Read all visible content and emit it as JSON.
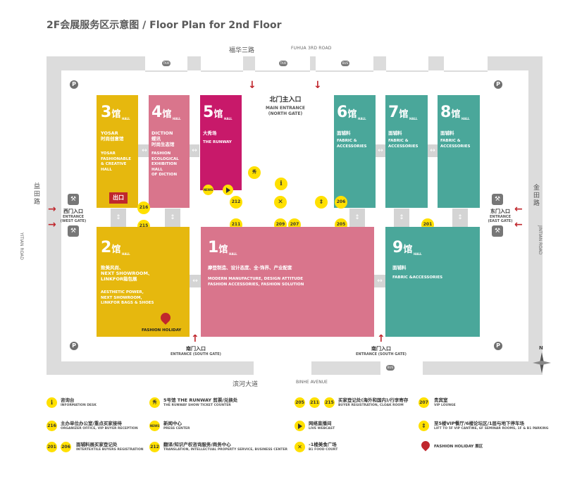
{
  "title": "2F会展服务区示意图 / Floor Plan for 2nd Floor",
  "colors": {
    "hall_yellow": "#e6b80e",
    "hall_pink": "#d9758c",
    "hall_magenta": "#c8196a",
    "hall_teal": "#4aa79a",
    "badge_yellow": "#ffe000",
    "gate_red": "#c0272d",
    "road_gray": "#dcdcdc"
  },
  "roads": {
    "top_cn": "福华三路",
    "top_en": "FUHUA 3RD ROAD",
    "bottom_cn": "滨河大道",
    "bottom_en": "BINHE AVENUE",
    "left_cn": "益田路",
    "left_en": "YITIAN ROAD",
    "right_cn": "金田路",
    "right_en": "JINTIAN ROAD"
  },
  "top_stops": [
    {
      "icon": "taxi-icon",
      "label": "TAXI"
    },
    {
      "icon": "taxi-icon",
      "label": "TAXI"
    },
    {
      "icon": "bus-icon",
      "label": "BUS"
    }
  ],
  "parking_label": "P",
  "halls": {
    "h3": {
      "num": "3",
      "cn": "馆",
      "hall": "HALL",
      "cn_text": "YOSAR\n时尚创意馆",
      "en_text": "YOSAR\nFASHIONABLE\n& CREATIVE\nHALL",
      "exit_label": "出口"
    },
    "h4": {
      "num": "4",
      "cn": "馆",
      "hall": "HALL",
      "cn_text": "DICTION\n蝶讯\n时尚生态馆",
      "en_text": "FASHION\nECOLOGICAL\nEXHIBITION\nHALL\nOF DICTION"
    },
    "h5": {
      "num": "5",
      "cn": "馆",
      "hall": "HALL",
      "cn_text": "大秀场",
      "en_text": "THE RUNWAY",
      "news_label": "NEWS"
    },
    "h6": {
      "num": "6",
      "cn": "馆",
      "hall": "HALL",
      "cn_text": "面辅料",
      "en_text": "FABRIC &\nACCESSORIES"
    },
    "h7": {
      "num": "7",
      "cn": "馆",
      "hall": "HALL",
      "cn_text": "面辅料",
      "en_text": "FABRIC &\nACCESSORIES"
    },
    "h8": {
      "num": "8",
      "cn": "馆",
      "hall": "HALL",
      "cn_text": "面辅料",
      "en_text": "FABRIC &\nACCESSORIES"
    },
    "h2": {
      "num": "2",
      "cn": "馆",
      "hall": "HALL",
      "cn_text": "致美风尚、\nNEXT SHOWROOM、\nLINKFOR箱包展",
      "en_text": "AESTHETIC POWER,\nNEXT SHOWROOM,\nLINKFOR BAGS & SHOES",
      "pin_label": "FASHION HOLIDAY"
    },
    "h1": {
      "num": "1",
      "cn": "馆",
      "hall": "HALL",
      "cn_text": "摩登制造、设计态度、全·饰界、产业配套",
      "en_text": "MODERN MANUFACTURE, DESIGN ATTITUDE\nFASHION ACCESSORIES, FASHION SOLUTION"
    },
    "h9": {
      "num": "9",
      "cn": "馆",
      "hall": "HALL",
      "cn_text": "面辅料",
      "en_text": "FABRIC &ACCESSORIES"
    }
  },
  "gates": {
    "north_cn": "北门主入口",
    "north_en": "MAIN ENTRANCE\n(NORTH GATE)",
    "west_cn": "西门入口",
    "west_en": "ENTRANCE\n(WEST GATE)",
    "east_cn": "东门入口",
    "east_en": "ENTRANCE\n(EAST GATE)",
    "south_cn": "南门入口",
    "south_en": "ENTRANCE (SOUTH GATE)"
  },
  "map_badges": {
    "b216": "216",
    "b215": "215",
    "b212": "212",
    "b211": "211",
    "b209": "209",
    "b207": "207",
    "b205": "205",
    "b206": "206",
    "b201": "201",
    "show_glyph": "秀",
    "info_glyph": "i"
  },
  "legend": [
    {
      "badges": [
        "i"
      ],
      "cn": "咨询台",
      "en": "INFORMATION DESK"
    },
    {
      "badges": [
        "秀"
      ],
      "cn": "5号馆 THE RUNWAY 剪票/兑换处",
      "en": "THE RUNWAY SHOW TICKET COUNTER"
    },
    {
      "badges": [
        "205",
        "211",
        "215"
      ],
      "cn": "买家登记处(海外和国内)/行李寄存",
      "en": "BUYER REGISTRATION, CLOAK ROOM"
    },
    {
      "badges": [
        "207"
      ],
      "cn": "贵宾室",
      "en": "VIP LOUNGE"
    },
    {
      "badges": [
        "216"
      ],
      "cn": "主办单位办公室/重点买家接待",
      "en": "ORGANIZER OFFICE, VIP BUYER RECEPTION"
    },
    {
      "badges": [
        "NEWS"
      ],
      "cn": "新闻中心",
      "en": "PRESS CENTER"
    },
    {
      "badges": [
        "play"
      ],
      "cn": "网络直播间",
      "en": "LIVE WEBCAST"
    },
    {
      "badges": [
        "lift"
      ],
      "cn": "至5楼VIP餐厅/6楼论坛区/1层与地下停车场",
      "en": "LIFT TO 5F VIP CANTINE, 6F SEMINAR ROOMS, 1F & B1 PARKING"
    },
    {
      "badges": [
        "201",
        "206"
      ],
      "cn": "面辅料展买家登记处",
      "en": "INTERTEXTILE BUYERS REGISTRATION"
    },
    {
      "badges": [
        "212"
      ],
      "cn": "翻译/知识产权咨询服务/商务中心",
      "en": "TRANSLATION, INTELLECTUAL PROPERTY SERVICE, BUSINESS CENTER"
    },
    {
      "badges": [
        "food"
      ],
      "cn": "-1楼美食广场",
      "en": "B1 FOOD COURT"
    },
    {
      "badges": [
        "pin"
      ],
      "cn": "FASHION HOLIDAY 展区",
      "en": ""
    }
  ],
  "compass_label": "N"
}
